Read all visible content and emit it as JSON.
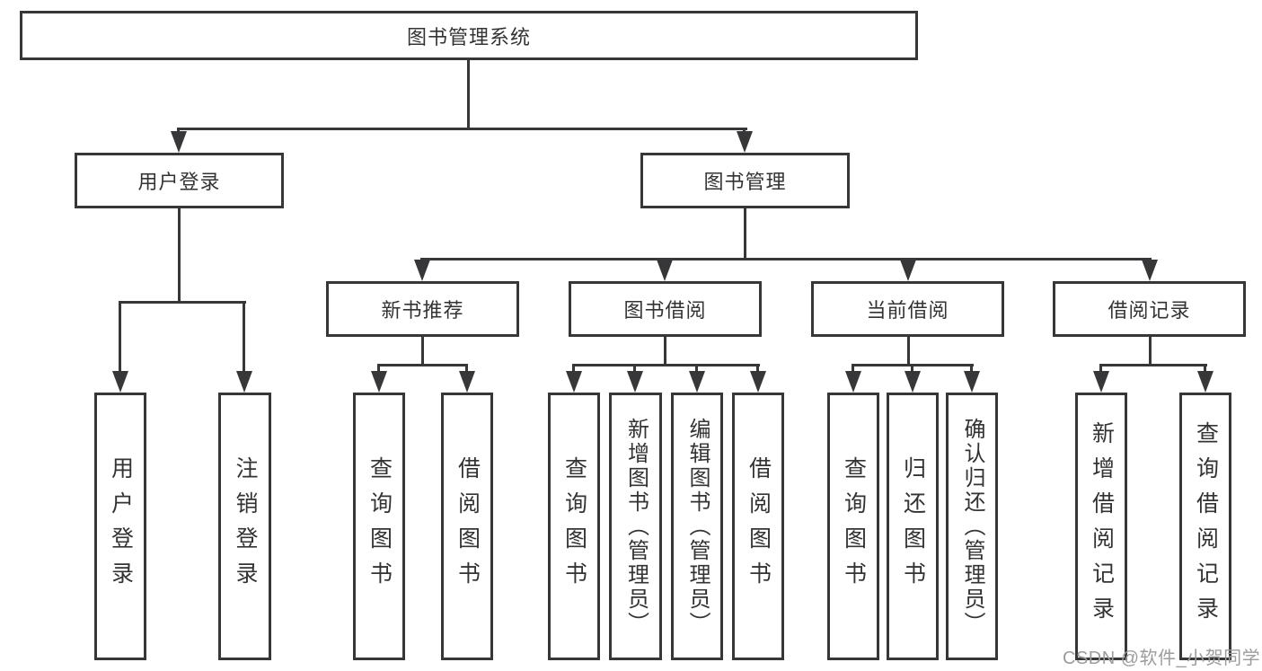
{
  "diagram": {
    "root": "图书管理系统",
    "user_login": {
      "label": "用户登录",
      "children": [
        "用户登录",
        "注销登录"
      ]
    },
    "book_mgmt": {
      "label": "图书管理",
      "children": [
        {
          "label": "新书推荐",
          "children": [
            "查询图书",
            "借阅图书"
          ]
        },
        {
          "label": "图书借阅",
          "children": [
            "查询图书",
            "新增图书（管理员）",
            "编辑图书（管理员）",
            "借阅图书"
          ]
        },
        {
          "label": "当前借阅",
          "children": [
            "查询图书",
            "归还图书",
            "确认归还（管理员）"
          ]
        },
        {
          "label": "借阅记录",
          "children": [
            "新增借阅记录",
            "查询借阅记录"
          ]
        }
      ]
    },
    "watermark": "CSDN @软件_小贺同学",
    "colors": {
      "line": "#37373a",
      "text": "#333336",
      "watermark": "#9c9c9c",
      "background": "#ffffff"
    }
  }
}
